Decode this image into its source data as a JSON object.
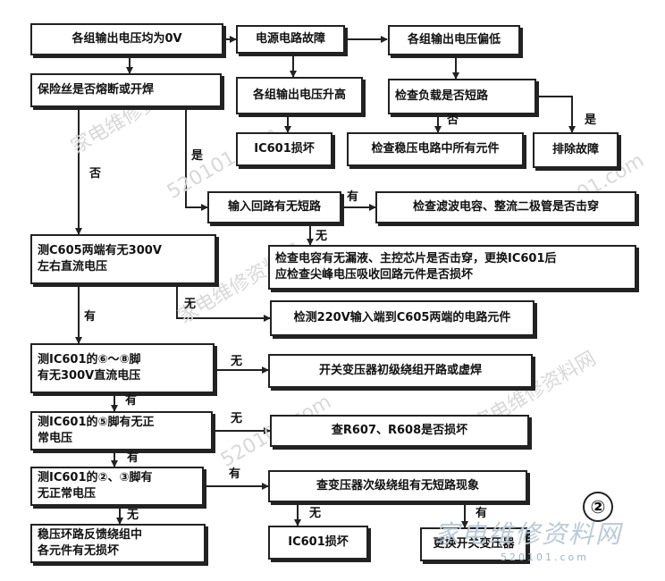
{
  "nodes": {
    "n1": "各组输出电压均为0V",
    "n2": "电源电路故障",
    "n3": "各组输出电压偏低",
    "n4": "保险丝是否熔断或开焊",
    "n5": "各组输出电压升高",
    "n6": "检查负载是否短路",
    "n7": "IC601损坏",
    "n8": "检查稳压电路中所有元件",
    "n9": "排除故障",
    "n10": "输入回路有无短路",
    "n11": "检查滤波电容、整流二极管是否击穿",
    "n12a": "检查电容有无漏液、主控芯片是否击穿，更换IC601后",
    "n12b": "应检查尖峰电压吸收回路元件是否损坏",
    "n13a": "测C605两端有无300V",
    "n13b": "左右直流电压",
    "n14": "检测220V输入端到C605两端的电路元件",
    "n15a": "测IC601的⑥～⑧脚",
    "n15b": "有无300V直流电压",
    "n16": "开关变压器初级绕组开路或虚焊",
    "n17a": "测IC601的⑤脚有无正",
    "n17b": "常电压",
    "n18": "查R607、R608是否损坏",
    "n19a": "测IC601的②、③脚有",
    "n19b": "无正常电压",
    "n20": "查变压器次级绕组有无短路现象",
    "n21a": "稳压环路反馈绕组中",
    "n21b": "各元件有无损坏",
    "n22": "IC601损坏",
    "n23": "更换开关变压器"
  },
  "labels": {
    "fou": "否",
    "shi": "是",
    "you": "有",
    "wu": "无"
  },
  "page_number": "②",
  "watermark": {
    "logo": "家电维修资料网",
    "url": "520101.com"
  },
  "colors": {
    "line": "#222222",
    "watermark": "#d8d8d8"
  }
}
